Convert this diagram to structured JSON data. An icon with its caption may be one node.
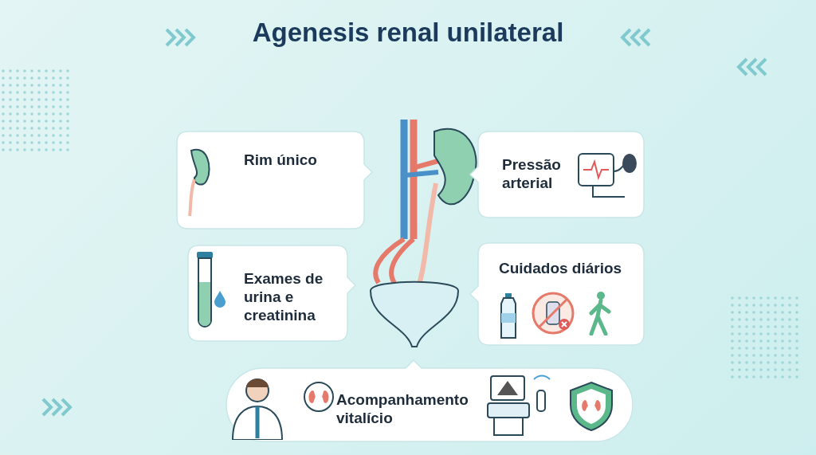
{
  "diagram": {
    "title": "Agenesis renal unilateral",
    "nodes": [
      {
        "text": [
          "Rim único"
        ]
      },
      {
        "text": [
          "Pressão arterial"
        ]
      },
      {
        "text": [
          "Exames de urina e creatinina"
        ]
      },
      {
        "text": [
          "Cuidados diários"
        ]
      },
      {
        "text": [
          "Acompanhamento vitalício"
        ]
      }
    ]
  }
}
